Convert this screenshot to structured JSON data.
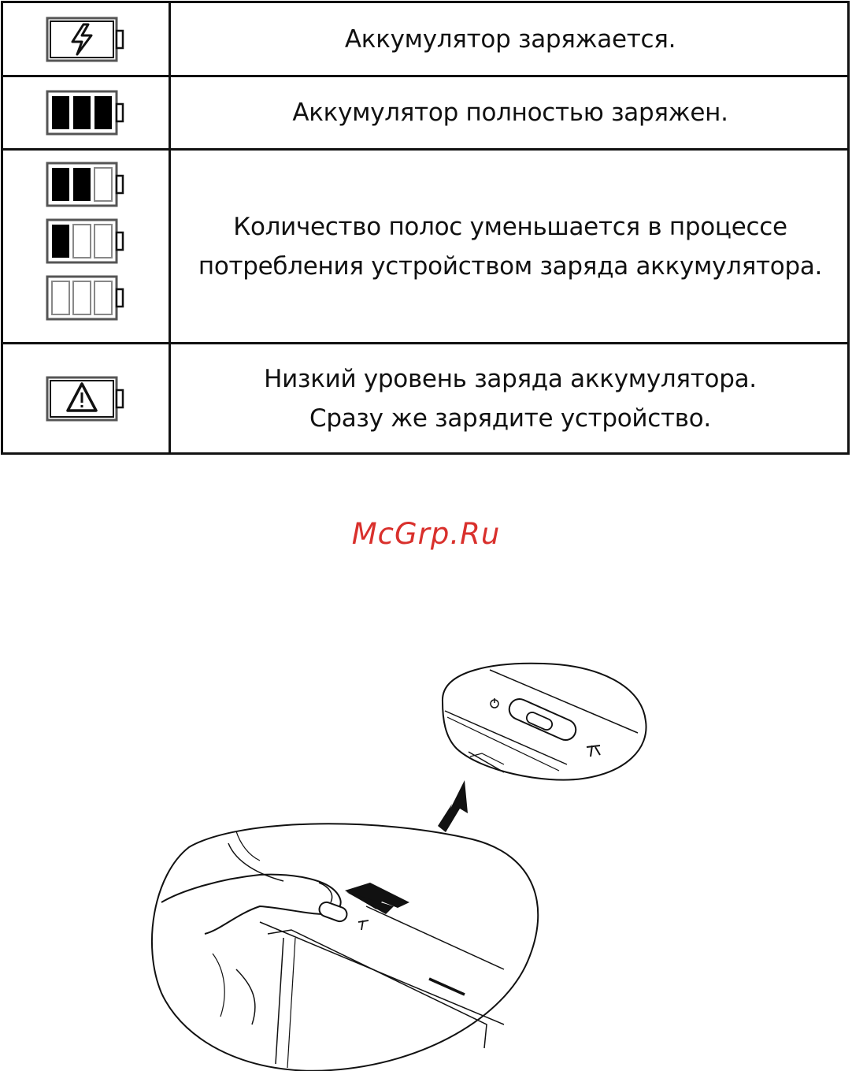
{
  "battery_table": {
    "rows": [
      {
        "icon": "battery-charging-icon",
        "lines": [
          "Аккумулятор заряжается."
        ]
      },
      {
        "icon": "battery-full-icon",
        "lines": [
          "Аккумулятор полностью заряжен."
        ]
      },
      {
        "icon": "battery-decreasing-icons",
        "lines": [
          "Количество полос уменьшается в процессе",
          "потребления устройством заряда аккумулятора."
        ]
      },
      {
        "icon": "battery-low-warning-icon",
        "lines": [
          "Низкий уровень заряда аккумулятора.",
          "Сразу же зарядите устройство."
        ]
      }
    ]
  },
  "watermark": {
    "text": "McGrp.Ru",
    "color": "#d9302c"
  },
  "illustration": {
    "icons": [
      "power-icon",
      "lock-icon",
      "arrow-icon"
    ]
  }
}
